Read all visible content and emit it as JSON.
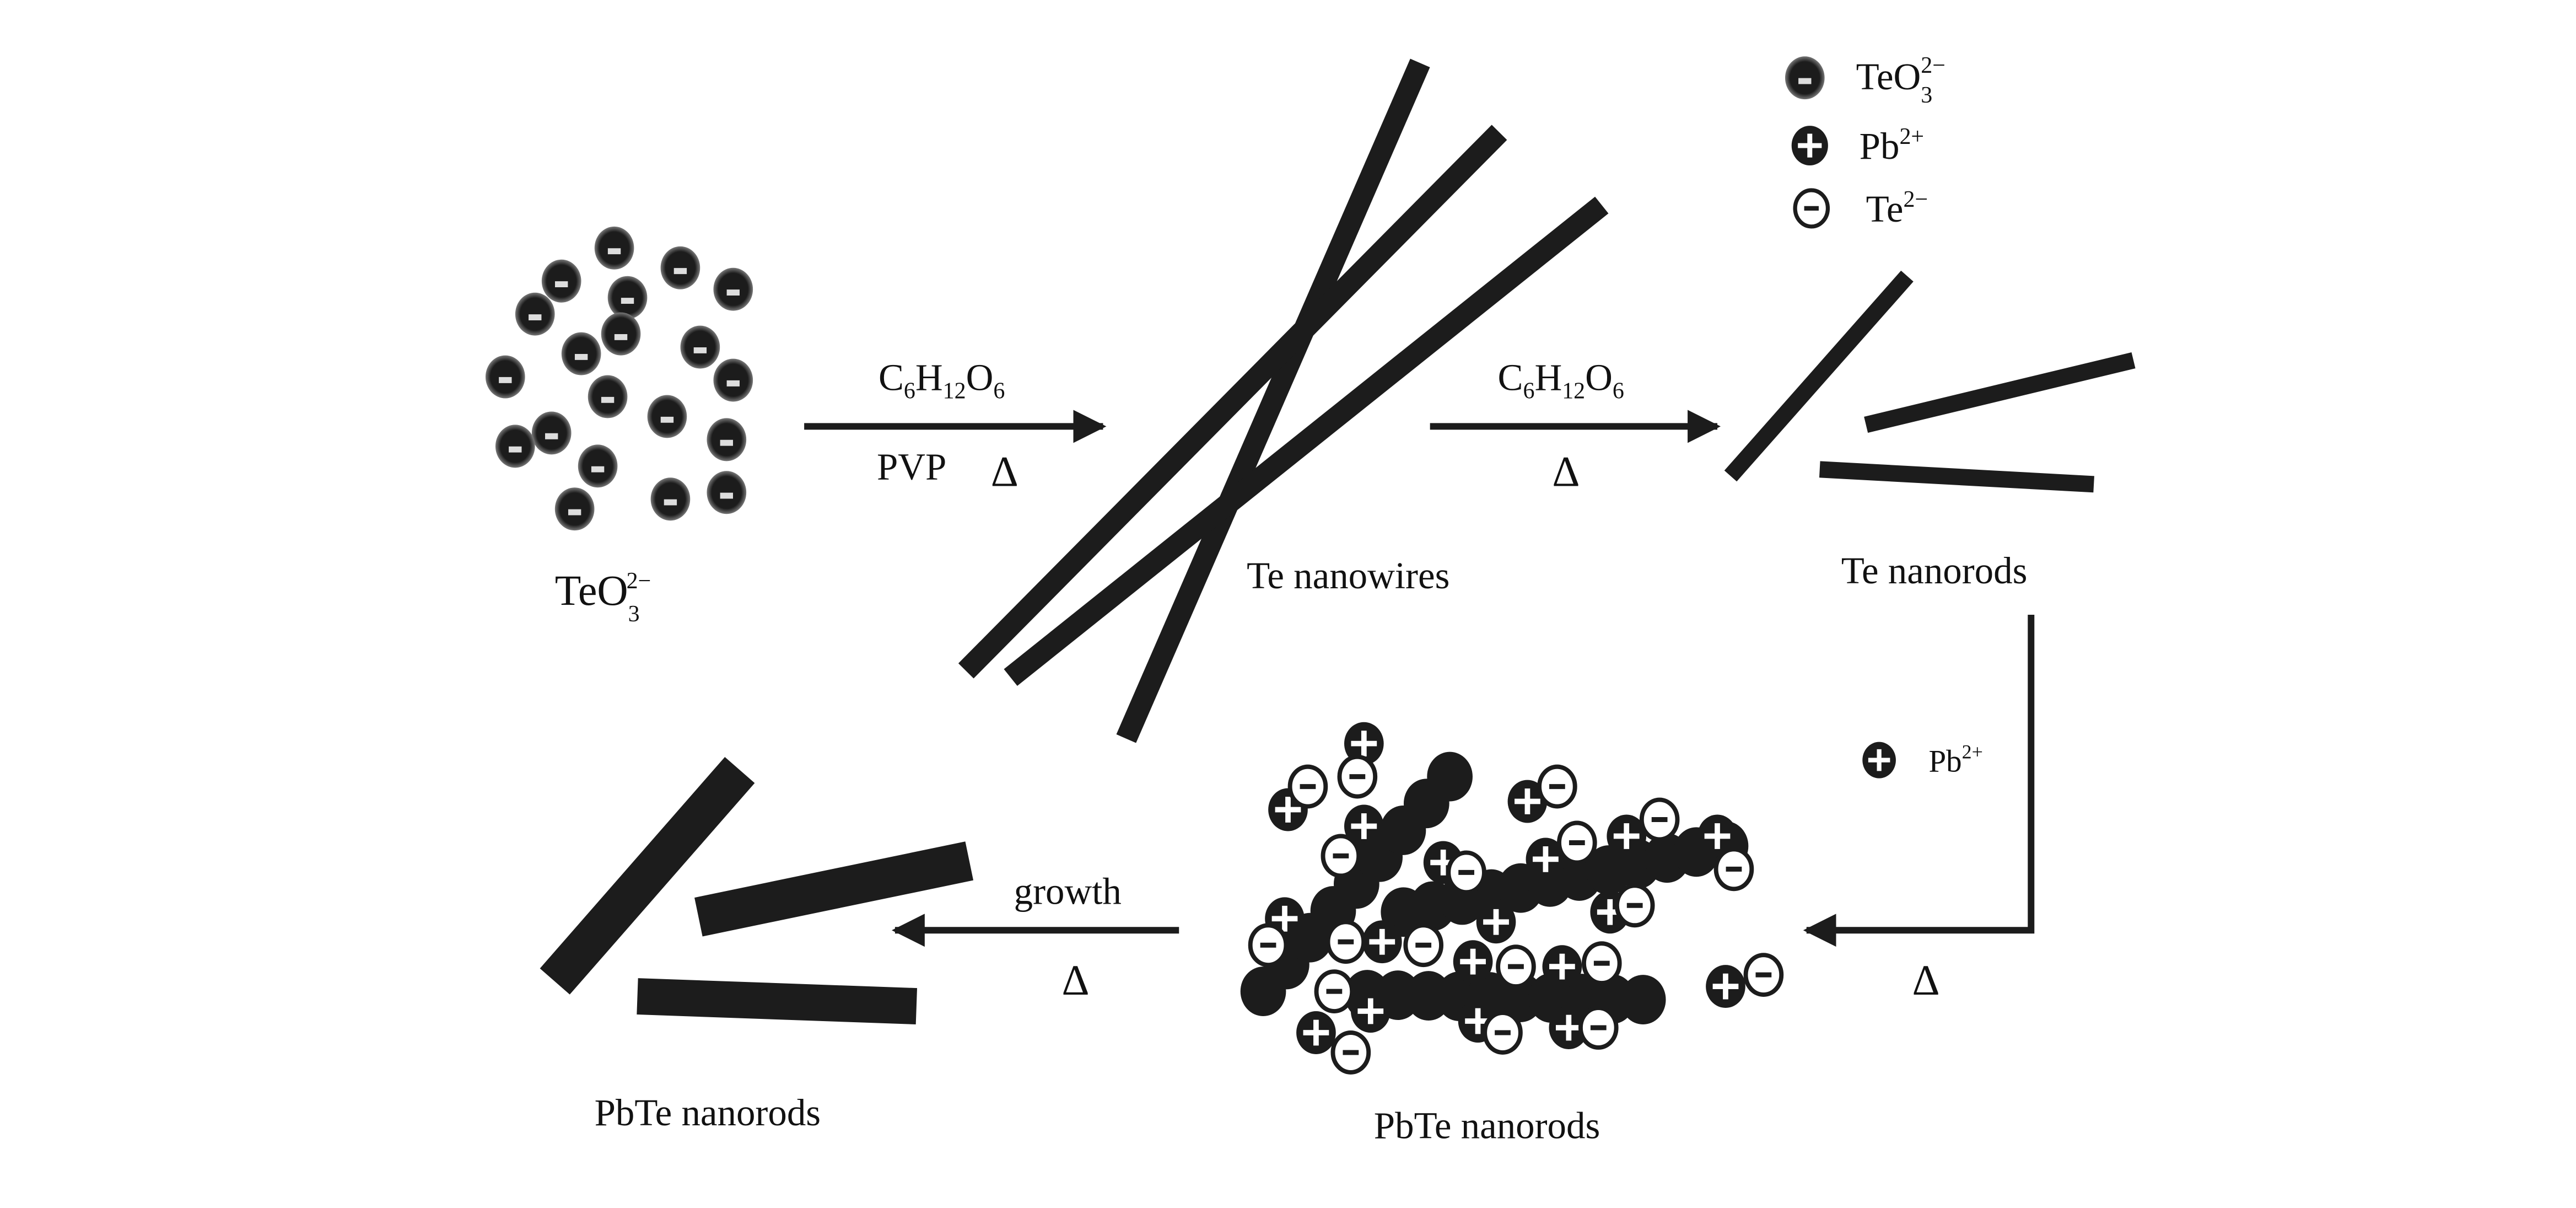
{
  "colors": {
    "ink": "#1c1c1c",
    "background": "#ffffff"
  },
  "legend": [
    {
      "icon": "filled-minus-circle",
      "base": "TeO",
      "sub": "3",
      "sup": "2−"
    },
    {
      "icon": "filled-plus-circle",
      "base": "Pb",
      "sub": "",
      "sup": "2+"
    },
    {
      "icon": "open-minus-circle",
      "base": "Te",
      "sub": "",
      "sup": "2−"
    }
  ],
  "stage1": {
    "label_base": "TeO",
    "label_sub": "3",
    "label_sup": "2−"
  },
  "step1": {
    "reagent": {
      "parts": [
        "C",
        "6",
        "H",
        "12",
        "O",
        "6"
      ]
    },
    "additive": "PVP",
    "heat": "Δ"
  },
  "stage2": {
    "label": "Te nanowires"
  },
  "step2": {
    "reagent": {
      "parts": [
        "C",
        "6",
        "H",
        "12",
        "O",
        "6"
      ]
    },
    "heat": "Δ"
  },
  "stage3": {
    "label": "Te nanorods"
  },
  "step3": {
    "ion_base": "Pb",
    "ion_sup": "2+",
    "heat": "Δ"
  },
  "stage4": {
    "label": "PbTe nanorods"
  },
  "step4": {
    "label": "growth",
    "heat": "Δ"
  },
  "stage5": {
    "label": "PbTe nanorods"
  }
}
